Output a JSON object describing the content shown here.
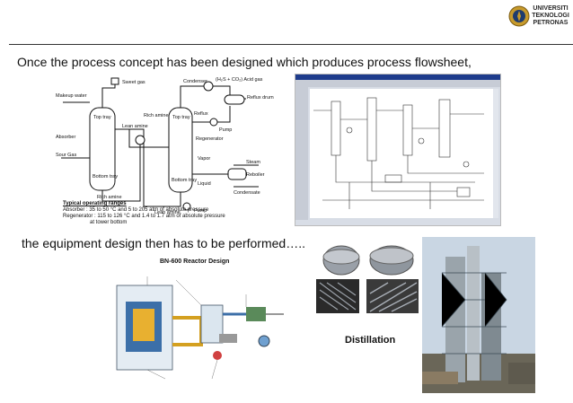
{
  "header": {
    "logo_lines": [
      "UNIVERSITI",
      "TEKNOLOGI",
      "PETRONAS"
    ]
  },
  "text": {
    "line1": "Once the process concept has been designed which produces process flowsheet,",
    "line2": "the equipment design then has to be performed…..",
    "distillation_label": "Distillation"
  },
  "flowsheet": {
    "sweet_gas": "Sweet gas",
    "makeup_water": "Makeup water",
    "absorber": "Absorber",
    "top_tray_1": "Top tray",
    "bottom_tray_1": "Bottom tray",
    "sour_gas": "Sour Gas",
    "rich_amine_1": "Rich amine",
    "lean_amine_1": "Lean amine",
    "rich_amine_2": "Rich amine",
    "condenser": "Condenser",
    "acid_gas": "(H₂S + CO₂) Acid gas",
    "reflux_drum": "Reflux drum",
    "reflux": "Reflux",
    "pump1": "Pump",
    "regenerator": "Regenerator",
    "top_tray_2": "Top tray",
    "bottom_tray_2": "Bottom tray",
    "vapor": "Vapor",
    "liquid": "Liquid",
    "steam": "Steam",
    "reboiler": "Reboiler",
    "condensate": "Condensate",
    "lean_amine_2": "Lean amine",
    "pump2": "Pump",
    "ranges_title": "Typical operating ranges",
    "range_absorber": "Absorber : 35 to 50 °C and 5 to 205 atm of absolute pressure",
    "range_regenerator": "Regenerator : 115 to 126 °C and 1.4 to 1.7 atm of absolute pressure",
    "range_regenerator_2": "at tower bottom"
  },
  "reactor": {
    "title": "BN-600 Reactor Design"
  },
  "colors": {
    "rule": "#333333",
    "cad_bg": "#ffffff",
    "cad_frame": "#d8dde6",
    "sky": "#c9d6e3"
  }
}
